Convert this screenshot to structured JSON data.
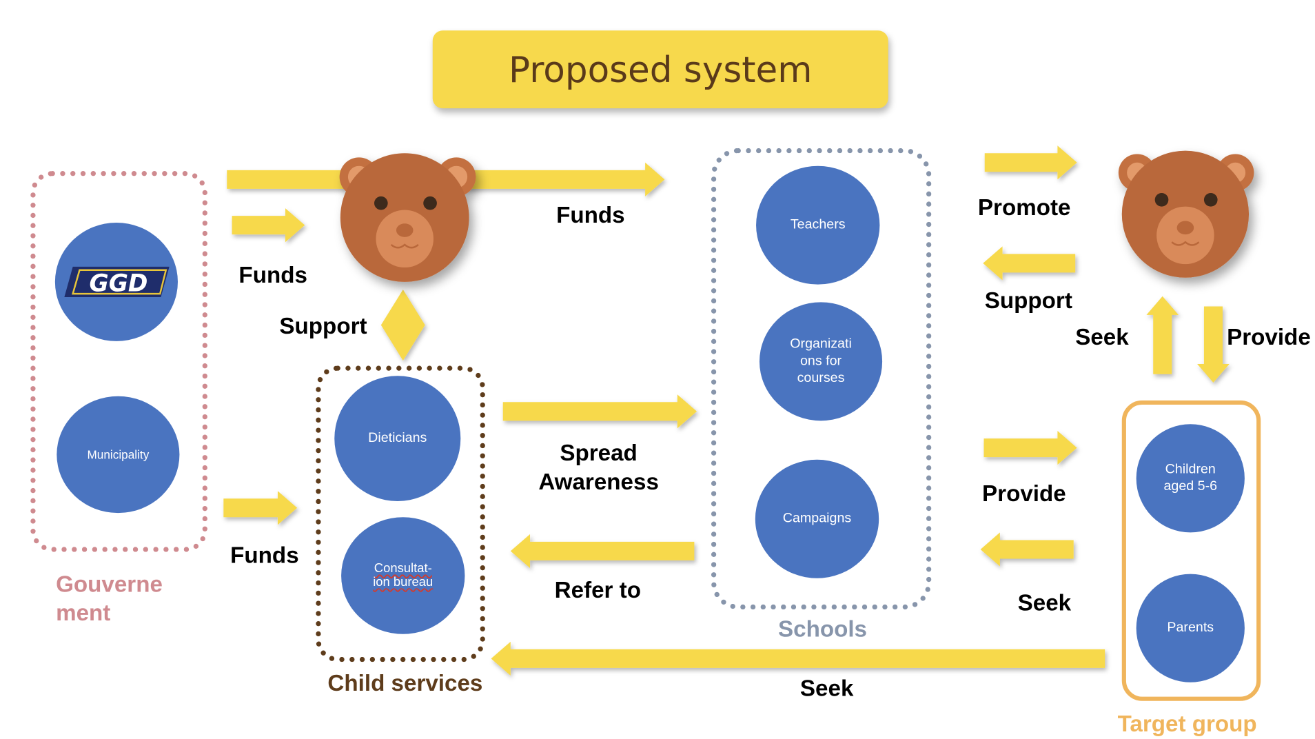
{
  "title": "Proposed system",
  "colors": {
    "arrow": "#f7d94c",
    "circle": "#4a74c0",
    "government": "#cf8a8f",
    "child_services": "#5e3c1b",
    "schools": "#8795ab",
    "target_group": "#f0b55c",
    "bear": "#b9683a"
  },
  "groups": {
    "government": {
      "label": "Gouverne\nment",
      "logo_text": "GGD",
      "municipality": "Municipality"
    },
    "child_services": {
      "label": "Child services",
      "dieticians": "Dieticians",
      "consultation": "Consultat-\nion bureau"
    },
    "schools": {
      "label": "Schools",
      "teachers": "Teachers",
      "organizations": "Organizati\nons for\ncourses",
      "campaigns": "Campaigns"
    },
    "target_group": {
      "label": "Target group",
      "children": "Children\naged 5-6",
      "parents": "Parents"
    }
  },
  "icons": [
    "bear-icon",
    "arrow-right-icon",
    "arrow-left-icon",
    "arrow-up-icon",
    "arrow-down-icon",
    "diamond-icon"
  ],
  "flows": {
    "funds_top": "Funds",
    "funds_bear": "Funds",
    "funds_bottom": "Funds",
    "support_diamond": "Support",
    "spread_awareness": "Spread\nAwareness",
    "refer_to": "Refer to",
    "promote": "Promote",
    "support_right": "Support",
    "seek_up": "Seek",
    "provide_down": "Provide",
    "provide_right": "Provide",
    "seek_left": "Seek",
    "seek_bottom": "Seek"
  }
}
